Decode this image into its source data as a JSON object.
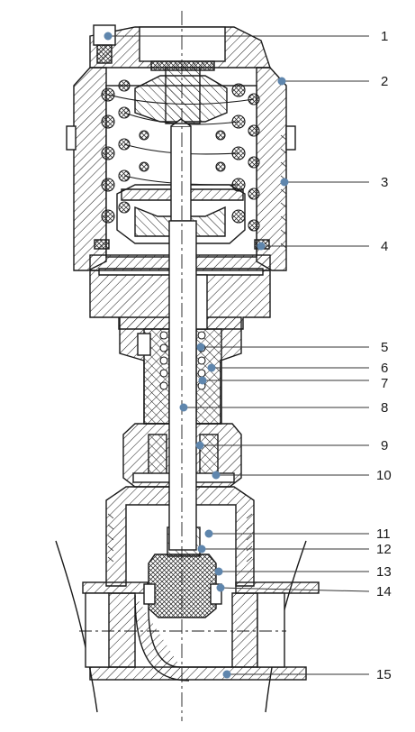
{
  "diagram": {
    "callouts": [
      "1",
      "2",
      "3",
      "4",
      "5",
      "6",
      "7",
      "8",
      "9",
      "10",
      "11",
      "12",
      "13",
      "14",
      "15"
    ],
    "colors": {
      "line": "#1a1a1a",
      "leader": "#333333",
      "dot": "#5f86ad",
      "fill": "#ffffff"
    }
  }
}
